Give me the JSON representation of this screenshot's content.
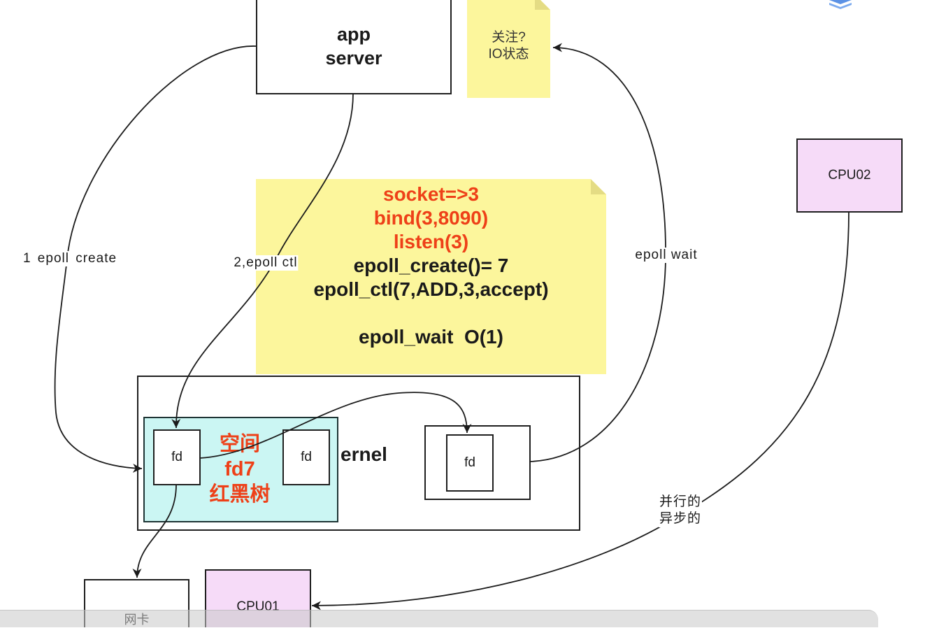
{
  "app_server": {
    "line1": "app",
    "line2": "server"
  },
  "note_io": {
    "line1": "关注?",
    "line2": "IO状态"
  },
  "note_code": {
    "lines": [
      "socket=>3",
      "bind(3,8090)",
      "listen(3)",
      "epoll_create()= 7",
      "epoll_ctl(7,ADD,3,accept)",
      "epoll_wait  O(1)"
    ]
  },
  "edges": {
    "epoll_create": "1 epoll create",
    "epoll_ctl": "2,epoll ctl",
    "epoll_wait": "epoll wait",
    "parallel": "并行的",
    "async": "异步的"
  },
  "kernel": {
    "label": "ernel",
    "rbtree": {
      "line1": "空间",
      "line2": "fd7",
      "line3": "红黑树",
      "fd_left": "fd",
      "fd_right": "fd"
    },
    "ready": {
      "fd": "fd"
    }
  },
  "cpu02": "CPU02",
  "cpu01": "CPU01",
  "nic": "网卡",
  "colors": {
    "note_yellow": "#fcf69c",
    "highlight_red": "#ee4018",
    "rbtree_cyan": "#cbf6f3",
    "cpu_lilac": "#f6dbf8",
    "logo_blue": "#3f7fe0"
  },
  "icons": {
    "logo": "logo-icon",
    "arrow": "arrowhead-icon"
  }
}
